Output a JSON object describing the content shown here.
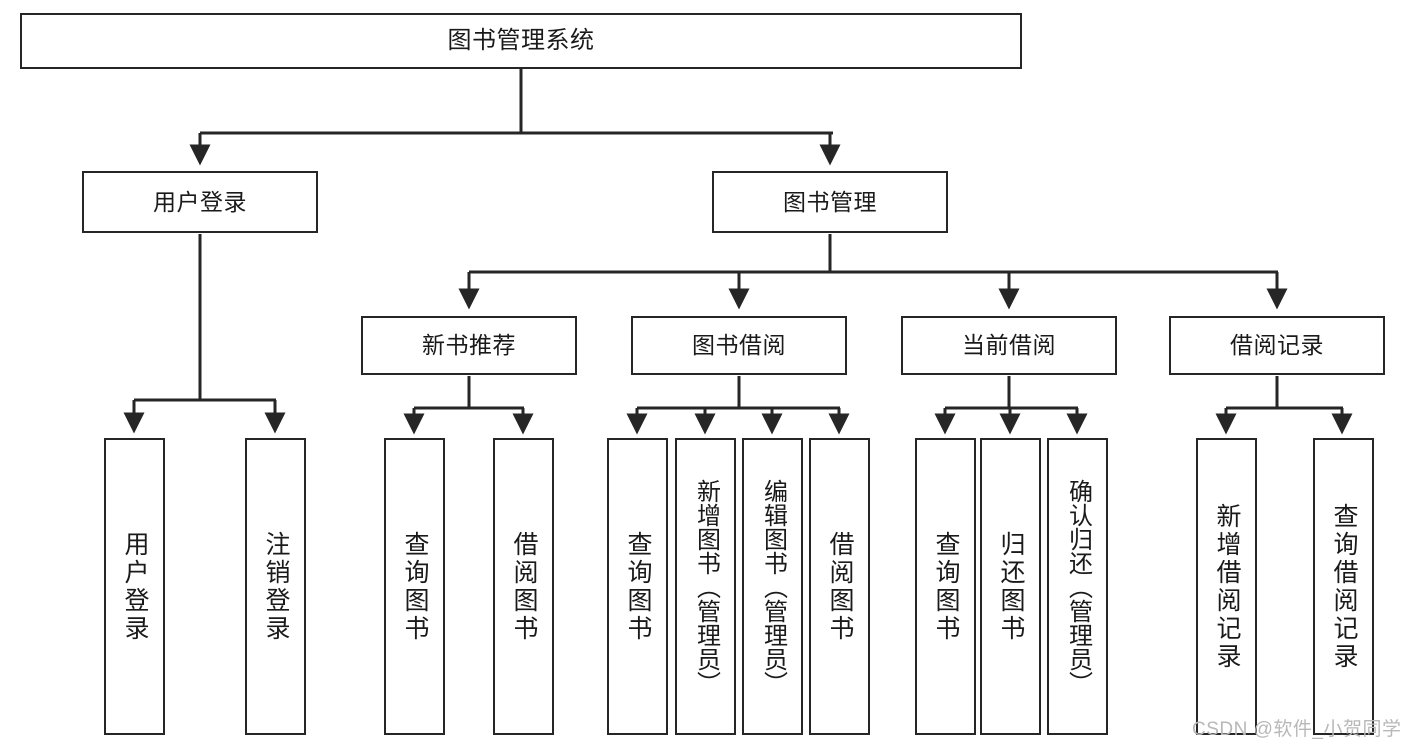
{
  "diagram": {
    "title": "图书管理系统",
    "background": "#ffffff",
    "line_color": "#262626",
    "text_color": "#1a1a1a",
    "watermark": "CSDN @软件_小贺同学",
    "watermark_color": "#b8b8b8"
  },
  "nodes": {
    "root": {
      "label": "图书管理系统"
    },
    "level2": [
      {
        "id": "user-login",
        "label": "用户登录"
      },
      {
        "id": "book-manage",
        "label": "图书管理"
      }
    ],
    "level3": [
      {
        "id": "new-book-recommend",
        "label": "新书推荐"
      },
      {
        "id": "book-borrow",
        "label": "图书借阅"
      },
      {
        "id": "current-borrow",
        "label": "当前借阅"
      },
      {
        "id": "borrow-record",
        "label": "借阅记录"
      }
    ],
    "leaves": {
      "user_login": [
        {
          "id": "leaf-user-login",
          "label": "用户登录"
        },
        {
          "id": "leaf-logout-login",
          "label": "注销登录"
        }
      ],
      "new_book_recommend": [
        {
          "id": "leaf-query-book-1",
          "label": "查询图书"
        },
        {
          "id": "leaf-borrow-book-1",
          "label": "借阅图书"
        }
      ],
      "book_borrow": [
        {
          "id": "leaf-query-book-2",
          "label": "查询图书"
        },
        {
          "id": "leaf-add-book",
          "label": "新增图书（管理员）"
        },
        {
          "id": "leaf-edit-book",
          "label": "编辑图书（管理员）"
        },
        {
          "id": "leaf-borrow-book-2",
          "label": "借阅图书"
        }
      ],
      "current_borrow": [
        {
          "id": "leaf-query-book-3",
          "label": "查询图书"
        },
        {
          "id": "leaf-return-book",
          "label": "归还图书"
        },
        {
          "id": "leaf-confirm-return",
          "label": "确认归还（管理员）"
        }
      ],
      "borrow_record": [
        {
          "id": "leaf-add-record",
          "label": "新增借阅记录"
        },
        {
          "id": "leaf-query-record",
          "label": "查询借阅记录"
        }
      ]
    }
  }
}
